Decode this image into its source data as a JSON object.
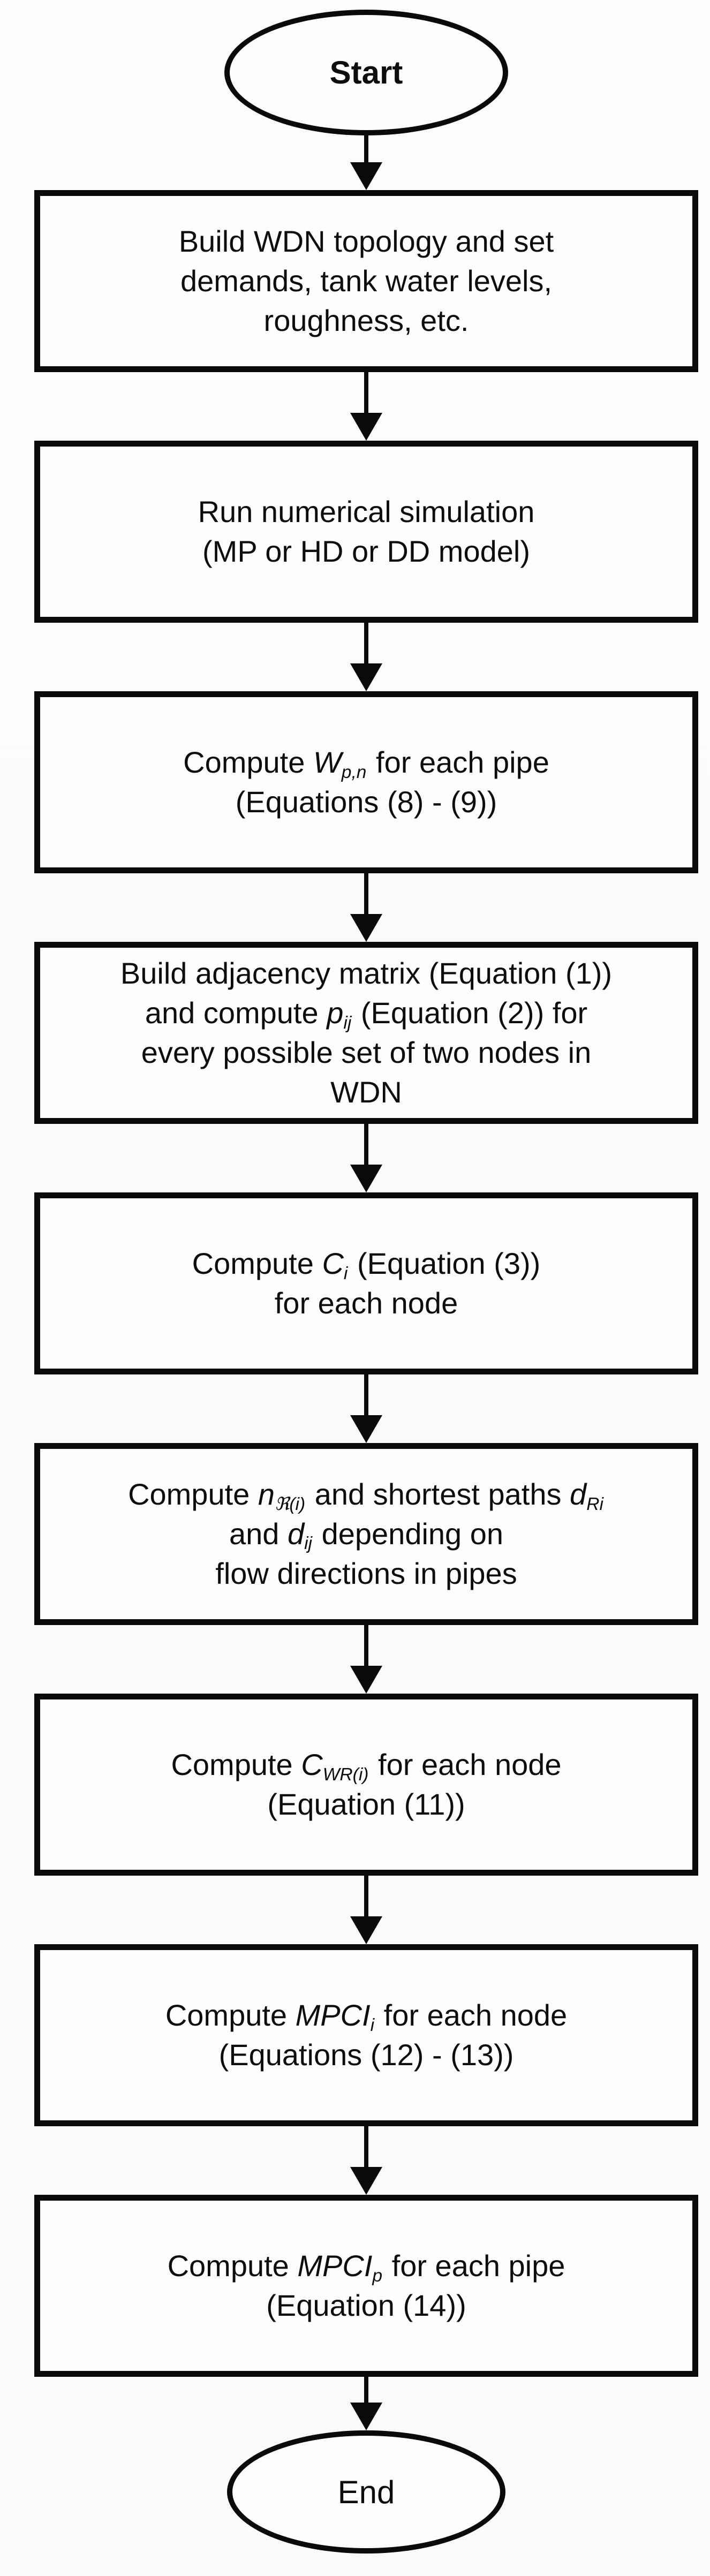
{
  "colors": {
    "ink": "#0a0a0a",
    "paper": "#fdfdfd"
  },
  "flowchart": {
    "title_hint": "MPCI computation workflow for a water distribution network (WDN)",
    "nodes": [
      {
        "id": "start",
        "kind": "terminal",
        "text": "Start"
      },
      {
        "id": "build-wdn-topology",
        "kind": "process",
        "lines": [
          [
            {
              "t": "Build WDN topology and set"
            }
          ],
          [
            {
              "t": "demands, tank water levels,"
            }
          ],
          [
            {
              "t": "roughness, etc."
            }
          ]
        ]
      },
      {
        "id": "run-simulation",
        "kind": "process",
        "lines": [
          [
            {
              "t": "Run numerical simulation"
            }
          ],
          [
            {
              "t": "(MP or HD or DD model)"
            }
          ]
        ]
      },
      {
        "id": "compute-wpn",
        "kind": "process",
        "lines": [
          [
            {
              "t": "Compute "
            },
            {
              "t": "W",
              "s": "i"
            },
            {
              "t": "p,n",
              "s": "is"
            },
            {
              "t": " for each pipe"
            }
          ],
          [
            {
              "t": "(Equations (8) - (9))"
            }
          ]
        ]
      },
      {
        "id": "build-adjacency-matrix",
        "kind": "process",
        "lines": [
          [
            {
              "t": "Build adjacency matrix (Equation (1))"
            }
          ],
          [
            {
              "t": "and compute "
            },
            {
              "t": "p",
              "s": "i"
            },
            {
              "t": "ij",
              "s": "is"
            },
            {
              "t": " (Equation (2)) for"
            }
          ],
          [
            {
              "t": "every possible set of two nodes in"
            }
          ],
          [
            {
              "t": "WDN"
            }
          ]
        ]
      },
      {
        "id": "compute-ci",
        "kind": "process",
        "lines": [
          [
            {
              "t": "Compute "
            },
            {
              "t": "C",
              "s": "i"
            },
            {
              "t": "i",
              "s": "is"
            },
            {
              "t": " (Equation (3))"
            }
          ],
          [
            {
              "t": "for each node"
            }
          ]
        ]
      },
      {
        "id": "compute-shortest-paths",
        "kind": "process",
        "lines": [
          [
            {
              "t": "Compute "
            },
            {
              "t": "n",
              "s": "i"
            },
            {
              "t": "ℜ(i)",
              "s": "is"
            },
            {
              "t": " and shortest paths "
            },
            {
              "t": "d",
              "s": "i"
            },
            {
              "t": "Ri",
              "s": "is"
            }
          ],
          [
            {
              "t": "and "
            },
            {
              "t": "d",
              "s": "i"
            },
            {
              "t": "ij",
              "s": "is"
            },
            {
              "t": " depending on"
            }
          ],
          [
            {
              "t": "flow directions in pipes"
            }
          ]
        ]
      },
      {
        "id": "compute-cwr",
        "kind": "process",
        "lines": [
          [
            {
              "t": "Compute "
            },
            {
              "t": "C",
              "s": "i"
            },
            {
              "t": "WR(i)",
              "s": "is"
            },
            {
              "t": " for each node"
            }
          ],
          [
            {
              "t": "(Equation (11))"
            }
          ]
        ]
      },
      {
        "id": "compute-mpci-node",
        "kind": "process",
        "lines": [
          [
            {
              "t": "Compute "
            },
            {
              "t": "MPCI",
              "s": "i"
            },
            {
              "t": "i",
              "s": "is"
            },
            {
              "t": " for each node"
            }
          ],
          [
            {
              "t": "(Equations (12) - (13))"
            }
          ]
        ]
      },
      {
        "id": "compute-mpci-pipe",
        "kind": "process",
        "lines": [
          [
            {
              "t": "Compute "
            },
            {
              "t": "MPCI",
              "s": "i"
            },
            {
              "t": "p",
              "s": "is"
            },
            {
              "t": " for each pipe"
            }
          ],
          [
            {
              "t": "(Equation (14))"
            }
          ]
        ]
      },
      {
        "id": "end",
        "kind": "terminal",
        "text": "End"
      }
    ]
  }
}
